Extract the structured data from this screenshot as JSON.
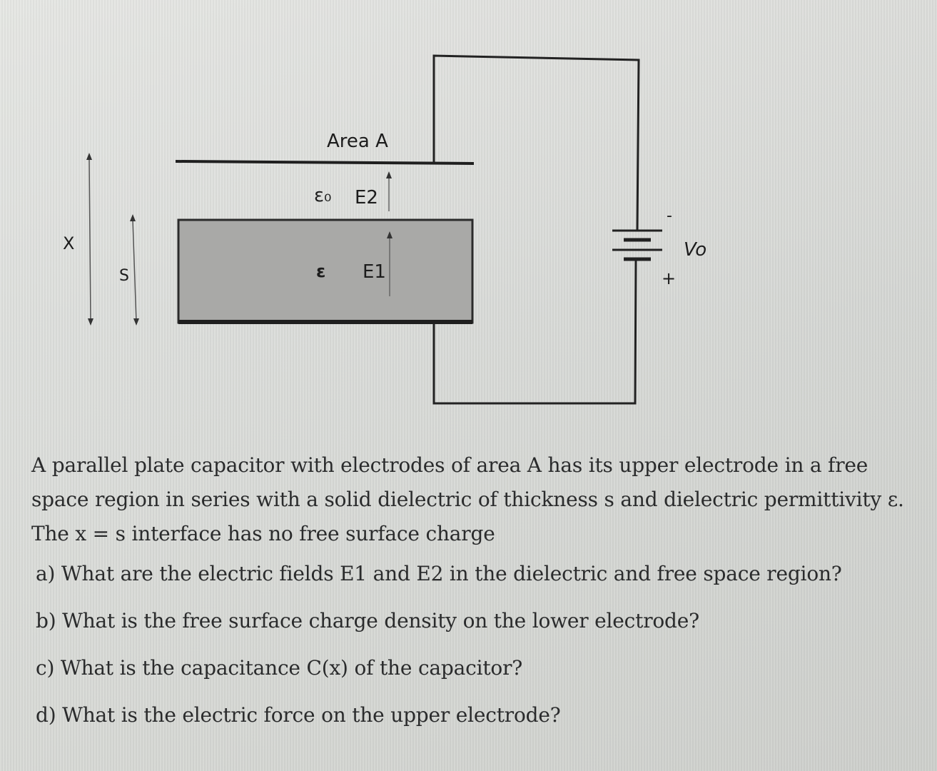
{
  "figure": {
    "area_label": "Area A",
    "eps0_label": "ε₀",
    "e2_label": "E2",
    "eps_label": "ε",
    "e1_label": "E1",
    "x_label": "X",
    "s_label": "S",
    "vo_label": "Vo",
    "minus_label": "-",
    "plus_label": "+"
  },
  "problem": {
    "intro_lines": [
      "A parallel plate capacitor with electrodes of area A has its upper electrode in a free",
      "space region in series with a solid dielectric of thickness s and dielectric permittivity ε.",
      "The x = s interface has no free surface charge"
    ],
    "questions": [
      "a) What are the electric fields E1 and E2 in the dielectric and free space region?",
      "b) What is the free surface charge density on the lower electrode?",
      "c) What is the capacitance C(x) of the capacitor?",
      "d) What is the electric force on the upper electrode?"
    ]
  }
}
